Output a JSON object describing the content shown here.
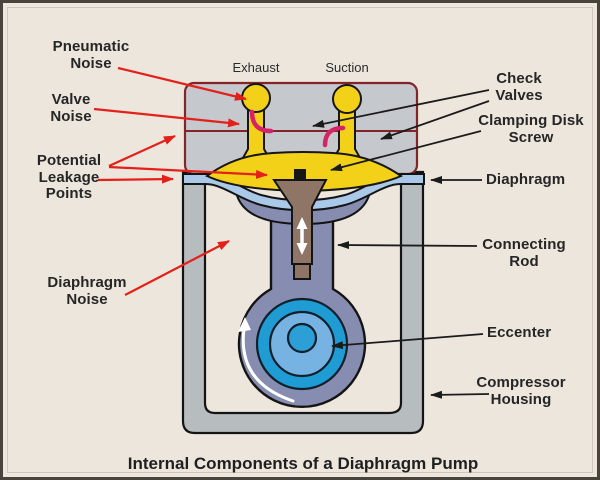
{
  "diagram": {
    "title": "Internal Components of a Diaphragm Pump",
    "port_labels": {
      "exhaust": "Exhaust",
      "suction": "Suction"
    },
    "callouts_left": [
      {
        "id": "pneumatic-noise",
        "text": "Pneumatic\nNoise",
        "arrow": "red-arrow"
      },
      {
        "id": "valve-noise",
        "text": "Valve\nNoise",
        "arrow": "red-arrow"
      },
      {
        "id": "potential-leakage-points",
        "text": "Potential\nLeakage\nPoints",
        "arrow": "red-arrow"
      },
      {
        "id": "diaphragm-noise",
        "text": "Diaphragm\nNoise",
        "arrow": "red-arrow"
      }
    ],
    "callouts_right": [
      {
        "id": "check-valves",
        "text": "Check\nValves",
        "arrow": "black-arrow"
      },
      {
        "id": "clamping-disk-screw",
        "text": "Clamping Disk\nScrew",
        "arrow": "black-arrow"
      },
      {
        "id": "diaphragm",
        "text": "Diaphragm",
        "arrow": "black-arrow"
      },
      {
        "id": "connecting-rod",
        "text": "Connecting\nRod",
        "arrow": "black-arrow"
      },
      {
        "id": "eccenter",
        "text": "Eccenter",
        "arrow": "black-arrow"
      },
      {
        "id": "compressor-housing",
        "text": "Compressor\nHousing",
        "arrow": "black-arrow"
      }
    ],
    "icons": {
      "flow-arrow": "pink curved flow arrow at each check valve",
      "rotation-arrow": "white curved rotation arrow on eccenter",
      "stroke-arrow": "white double-headed vertical arrow on connecting rod"
    },
    "colors": {
      "background": "#ece6dd",
      "outer_frame": "#48433c",
      "pump_head_fill": "#c5c9cd",
      "pump_head_border": "#832528",
      "housing_gray": "#b7bcbe",
      "valve_yellow": "#f2d118",
      "diaphragm_blue": "#aac9e8",
      "rod_slate_blue": "#878db1",
      "eccenter_teal": "#1f9cd4",
      "eccenter_light_blue": "#76b3e2",
      "rod_brown": "#8e7565",
      "flow_arrow_pink": "#d62367",
      "noise_arrow_red": "#e3211a",
      "label_arrow_black": "#1b1b1b"
    }
  }
}
